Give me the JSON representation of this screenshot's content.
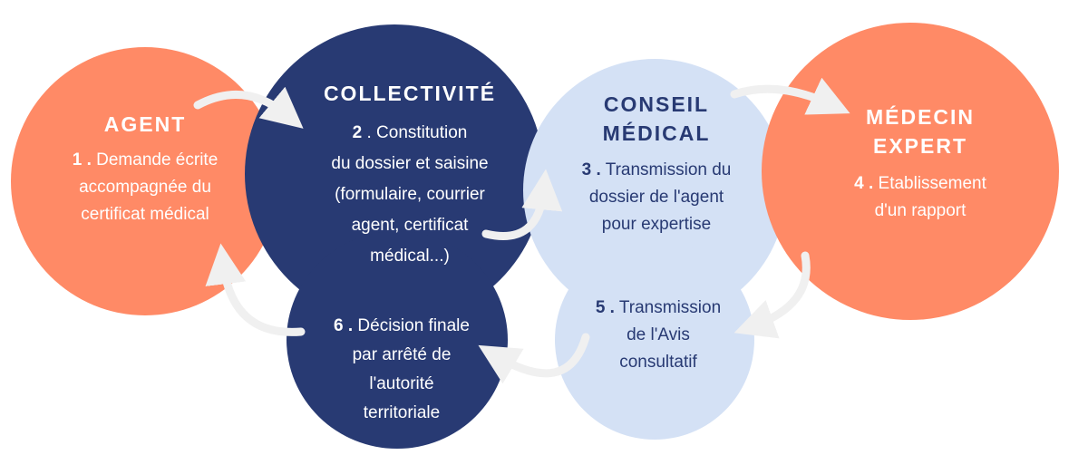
{
  "agent": {
    "title": "AGENT",
    "step": "1 .",
    "text_lines": [
      "Demande écrite",
      "accompagnée du",
      "certificat médical"
    ]
  },
  "collectivite": {
    "title": "COLLECTIVITÉ",
    "step": "2",
    "text_lines": [
      ". Constitution",
      "du dossier et saisine",
      "(formulaire, courrier",
      "agent,  certificat",
      "médical...)"
    ]
  },
  "conseil": {
    "title_lines": [
      "CONSEIL",
      "MÉDICAL"
    ],
    "step": "3 .",
    "text_lines": [
      "Transmission du",
      "dossier de l'agent",
      "pour expertise"
    ]
  },
  "medecin": {
    "title_lines": [
      "MÉDECIN",
      "EXPERT"
    ],
    "step": "4 .",
    "text_lines": [
      "Etablissement",
      "d'un rapport"
    ]
  },
  "transmission_avis": {
    "step": "5 .",
    "text_lines": [
      "Transmission",
      "de l'Avis",
      "consultatif"
    ]
  },
  "decision": {
    "step": "6 .",
    "text_lines": [
      "Décision finale",
      "par arrêté de",
      "l'autorité",
      "territoriale"
    ]
  },
  "colors": {
    "orange": "#FF8A66",
    "navy": "#283A73",
    "light_blue": "#D4E1F5",
    "arrow": "#F0F0F0"
  }
}
